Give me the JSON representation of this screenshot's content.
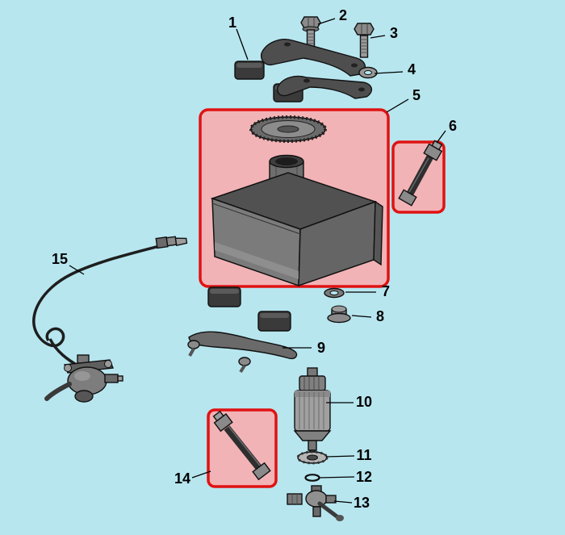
{
  "diagram": {
    "kind": "exploded-parts-diagram",
    "subject": "fuel-tank-assembly",
    "colors": {
      "background": "#b7e6ef",
      "highlight_fill": "#f2b3b6",
      "highlight_border": "#e01212",
      "label_color": "#000000"
    },
    "highlighted_parts": [
      "5",
      "6",
      "14"
    ],
    "labels": [
      {
        "num": "1"
      },
      {
        "num": "2"
      },
      {
        "num": "3"
      },
      {
        "num": "4"
      },
      {
        "num": "5"
      },
      {
        "num": "6"
      },
      {
        "num": "7"
      },
      {
        "num": "8"
      },
      {
        "num": "9"
      },
      {
        "num": "10"
      },
      {
        "num": "11"
      },
      {
        "num": "12"
      },
      {
        "num": "13"
      },
      {
        "num": "14"
      },
      {
        "num": "15"
      }
    ]
  }
}
